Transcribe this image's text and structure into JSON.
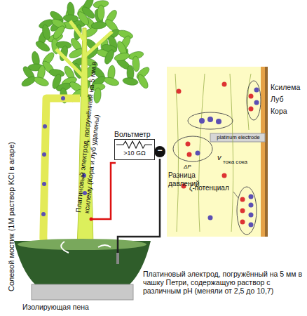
{
  "diagram": {
    "nodes": [
      {
        "text": [
          "Вольтметр",
          ">10 GΩ"
        ]
      }
    ],
    "labels": [
      "Солевой мостик (1М раствор KCl в агаре)",
      "Платиновый электрод, погружённый на 5 мм в ксилему (Кора и луб удалены)",
      "−",
      "Изолирующая пена",
      "Платиновый электрод, погружённый на 5 мм в чашку Петри, содержащую раствор с различным pH (меняли от 2,5 до 10,7)",
      "Ксилема",
      "Луб",
      "Кора",
      "platinum electrode",
      "ΔP",
      "Разница давлений",
      "v",
      "тока сока",
      "ζ-потенциал"
    ]
  }
}
